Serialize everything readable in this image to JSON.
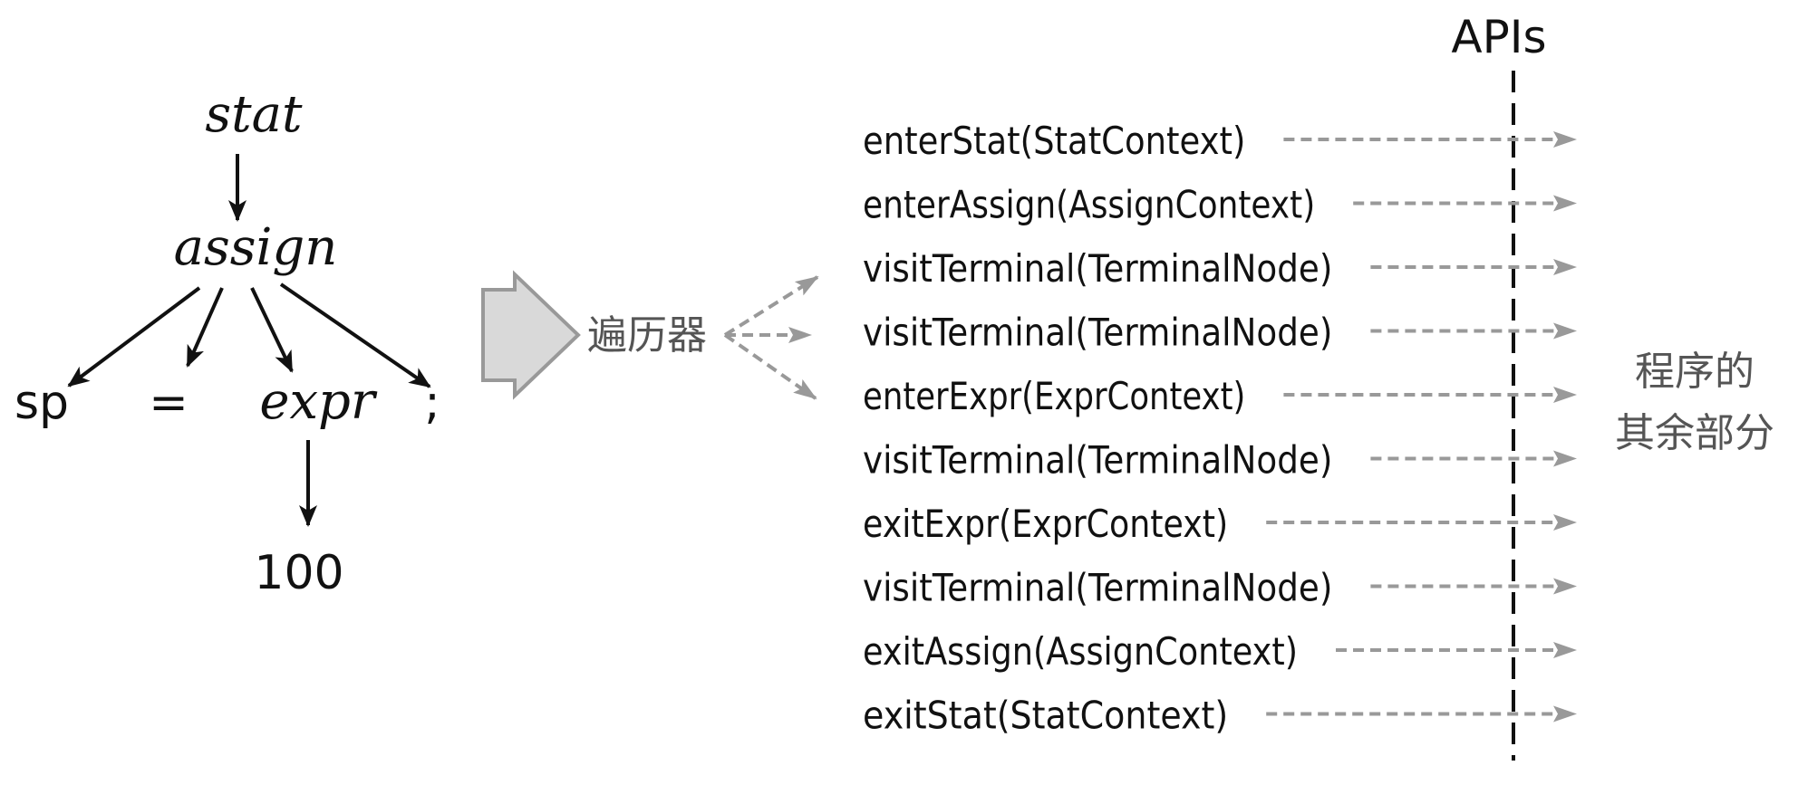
{
  "tree": {
    "root": "stat",
    "child": "assign",
    "leaves": {
      "sp": "sp",
      "equals": "=",
      "expr": "expr",
      "semicolon": ";",
      "number": "100"
    }
  },
  "walker_label": "遍历器",
  "api_label": "APIs",
  "rest_of_program": [
    "程序的",
    "其余部分"
  ],
  "events": [
    "enterStat(StatContext)",
    "enterAssign(AssignContext)",
    "visitTerminal(TerminalNode)",
    "visitTerminal(TerminalNode)",
    "enterExpr(ExprContext)",
    "visitTerminal(TerminalNode)",
    "exitExpr(ExprContext)",
    "visitTerminal(TerminalNode)",
    "exitAssign(AssignContext)",
    "exitStat(StatContext)"
  ],
  "colors": {
    "ink": "#111111",
    "arrow_gray": "#999999",
    "block_fill": "#d9d9d9",
    "block_stroke": "#999999"
  }
}
